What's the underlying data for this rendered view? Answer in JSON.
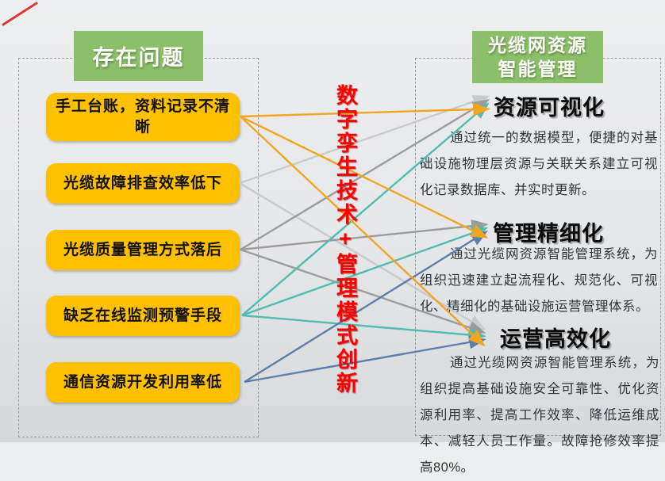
{
  "left_panel": {
    "header": "存在问题",
    "problems": [
      {
        "id": "p1",
        "text": "手工台账，资料记录不清晰"
      },
      {
        "id": "p2",
        "text": "光缆故障排查效率低下"
      },
      {
        "id": "p3",
        "text": "光缆质量管理方式落后"
      },
      {
        "id": "p4",
        "text": "缺乏在线监测预警手段"
      },
      {
        "id": "p5",
        "text": "通信资源开发利用率低"
      }
    ]
  },
  "center": {
    "text": "数字孪生技术+管理模式创新",
    "color": "#FF0000"
  },
  "right_panel": {
    "header_line1": "光缆网资源",
    "header_line2": "智能管理",
    "solutions": [
      {
        "id": "sA",
        "title": "资源可视化",
        "desc": "通过统一的数据模型，便捷的对基础设施物理层资源与关联关系建立可视化记录数据库、并实时更新。"
      },
      {
        "id": "sB",
        "title": "管理精细化",
        "desc": "通过光缆网资源智能管理系统，为组织迅速建立起流程化、规范化、可视化、精细化的基础设施运营管理体系。"
      },
      {
        "id": "sC",
        "title": "运营高效化",
        "desc": "通过光缆网资源智能管理系统，为组织提高基础设施安全可靠性、优化资源利用率、提高工作效率、降低运维成本、减轻人员工作量。故障抢修效率提高80%。"
      }
    ]
  },
  "palette": {
    "orange": "#F2A51F",
    "lightgray": "#C9CBCC",
    "gray": "#9C9C9C",
    "teal": "#4FBDB1",
    "blue": "#5C80AC",
    "box_yellow": "#FFC000",
    "header_green": "#8CBF69",
    "pen_red": "#DD2222"
  },
  "connections": [
    {
      "from": "p2",
      "to": "sA",
      "color": "lightgray"
    },
    {
      "from": "p2",
      "to": "sC",
      "color": "lightgray"
    },
    {
      "from": "p3",
      "to": "sA",
      "color": "gray"
    },
    {
      "from": "p3",
      "to": "sB",
      "color": "gray"
    },
    {
      "from": "p3",
      "to": "sC",
      "color": "gray"
    },
    {
      "from": "p4",
      "to": "sA",
      "color": "teal"
    },
    {
      "from": "p4",
      "to": "sB",
      "color": "teal"
    },
    {
      "from": "p4",
      "to": "sC",
      "color": "teal"
    },
    {
      "from": "p5",
      "to": "sB",
      "color": "blue"
    },
    {
      "from": "p5",
      "to": "sC",
      "color": "blue"
    },
    {
      "from": "p1",
      "to": "sA",
      "color": "orange"
    },
    {
      "from": "p1",
      "to": "sB",
      "color": "orange"
    },
    {
      "from": "p1",
      "to": "sC",
      "color": "orange"
    }
  ]
}
